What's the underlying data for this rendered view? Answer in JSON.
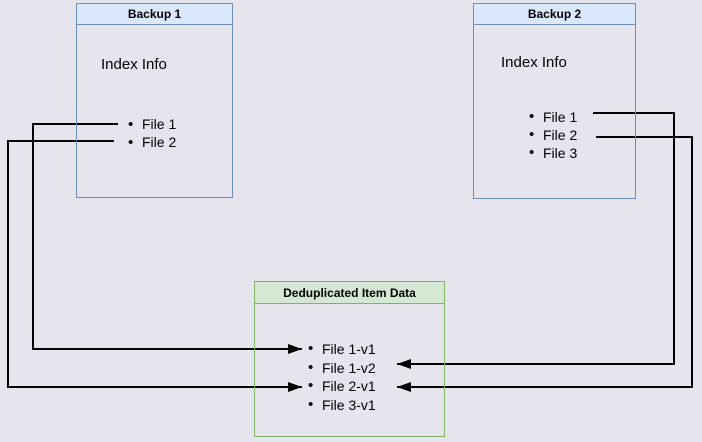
{
  "diagram": {
    "backup1": {
      "title": "Backup 1",
      "subtitle": "Index Info",
      "items": [
        "File 1",
        "File 2"
      ]
    },
    "backup2": {
      "title": "Backup 2",
      "subtitle": "Index Info",
      "items": [
        "File 1",
        "File 2",
        "File 3"
      ]
    },
    "dedup": {
      "title": "Deduplicated Item Data",
      "items": [
        "File 1-v1",
        "File 1-v2",
        "File 2-v1",
        "File 3-v1"
      ]
    },
    "edges": [
      {
        "from": "Backup 1 / File 1",
        "to": "Deduplicated Item Data / File 1-v1"
      },
      {
        "from": "Backup 1 / File 2",
        "to": "Deduplicated Item Data / File 2-v1"
      },
      {
        "from": "Backup 2 / File 1",
        "to": "Deduplicated Item Data / File 1-v2"
      },
      {
        "from": "Backup 2 / File 2",
        "to": "Deduplicated Item Data / File 2-v1"
      }
    ],
    "colors": {
      "page_bg": "#e6e5ed",
      "backup_border": "#6c8ebf",
      "backup_title_bg": "#dae8fc",
      "dedup_border": "#82b366",
      "dedup_title_bg": "#d5e8d4",
      "edge_stroke": "#000000",
      "text": "#000000"
    }
  }
}
